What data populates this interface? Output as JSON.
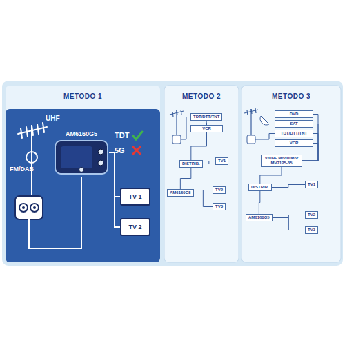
{
  "diagram": {
    "nodes": [
      {
        "text": [
          "METODO 1"
        ]
      },
      {
        "text": [
          "AM6160G5"
        ],
        "in": 0
      },
      {
        "text": [
          "TV 1"
        ],
        "in": 0
      },
      {
        "text": [
          "TV 2"
        ],
        "in": 0
      },
      {
        "text": [
          "METODO 2"
        ]
      },
      {
        "text": [
          "TDT/DTT/TNT"
        ],
        "in": 4
      },
      {
        "text": [
          "VCR"
        ],
        "in": 4
      },
      {
        "text": [
          "DISTRIB."
        ],
        "in": 4
      },
      {
        "text": [
          "TV1"
        ],
        "in": 4
      },
      {
        "text": [
          "AM6160G5"
        ],
        "in": 4
      },
      {
        "text": [
          "TV2"
        ],
        "in": 4
      },
      {
        "text": [
          "TV3"
        ],
        "in": 4
      },
      {
        "text": [
          "METODO 3"
        ]
      },
      {
        "text": [
          "DVD"
        ],
        "in": 12
      },
      {
        "text": [
          "SAT"
        ],
        "in": 12
      },
      {
        "text": [
          "TDT/DTT/TNT"
        ],
        "in": 12
      },
      {
        "text": [
          "VCR"
        ],
        "in": 12
      },
      {
        "text": [
          "V/UHF Modulator MV7125-35"
        ],
        "in": 12
      },
      {
        "text": [
          "DISTRIB."
        ],
        "in": 12
      },
      {
        "text": [
          "TV1"
        ],
        "in": 12
      },
      {
        "text": [
          "AM6160G5"
        ],
        "in": 12
      },
      {
        "text": [
          "TV2"
        ],
        "in": 12
      },
      {
        "text": [
          "TV3"
        ],
        "in": 12
      }
    ],
    "edges": [
      {
        "from": 1,
        "to": 2,
        "arrow": "none"
      },
      {
        "from": 1,
        "to": 3,
        "arrow": "none"
      },
      {
        "from": 5,
        "to": 6,
        "arrow": "none"
      },
      {
        "from": 6,
        "to": 7,
        "arrow": "none"
      },
      {
        "from": 7,
        "to": 8,
        "arrow": "none"
      },
      {
        "from": 7,
        "to": 9,
        "arrow": "none"
      },
      {
        "from": 9,
        "to": 10,
        "arrow": "none"
      },
      {
        "from": 9,
        "to": 11,
        "arrow": "none"
      },
      {
        "from": 13,
        "to": 17,
        "arrow": "none"
      },
      {
        "from": 14,
        "to": 17,
        "arrow": "none"
      },
      {
        "from": 15,
        "to": 17,
        "arrow": "none"
      },
      {
        "from": 16,
        "to": 17,
        "arrow": "none"
      },
      {
        "from": 17,
        "to": 18,
        "arrow": "none"
      },
      {
        "from": 18,
        "to": 19,
        "arrow": "none"
      },
      {
        "from": 18,
        "to": 20,
        "arrow": "none"
      },
      {
        "from": 20,
        "to": 21,
        "arrow": "none"
      },
      {
        "from": 20,
        "to": 22,
        "arrow": "none"
      }
    ],
    "labels": [
      "UHF",
      "FM/DAB",
      "TDT",
      "5G"
    ]
  }
}
